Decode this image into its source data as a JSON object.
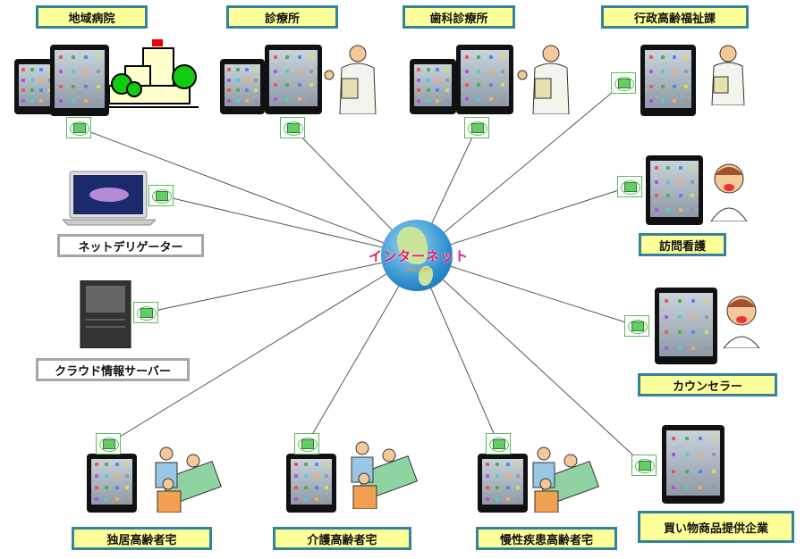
{
  "center": {
    "title": "インターネット",
    "subtitle": "internet"
  },
  "top_labels": [
    "地域病院",
    "診療所",
    "歯科診療所",
    "行政高齢福祉課"
  ],
  "left_labels": [
    "ネットデリゲーター",
    "クラウド情報サーバー"
  ],
  "right_labels": [
    "訪問看護",
    "カウンセラー",
    "買い物商品提供企業"
  ],
  "bottom_labels": [
    "独居高齢者宅",
    "介護高齢者宅",
    "慢性疾患高齢者宅"
  ],
  "colors": {
    "label_fill": "#ffff99",
    "label_border": "#31849b",
    "line": "#555555",
    "accent": "#e0206a"
  }
}
